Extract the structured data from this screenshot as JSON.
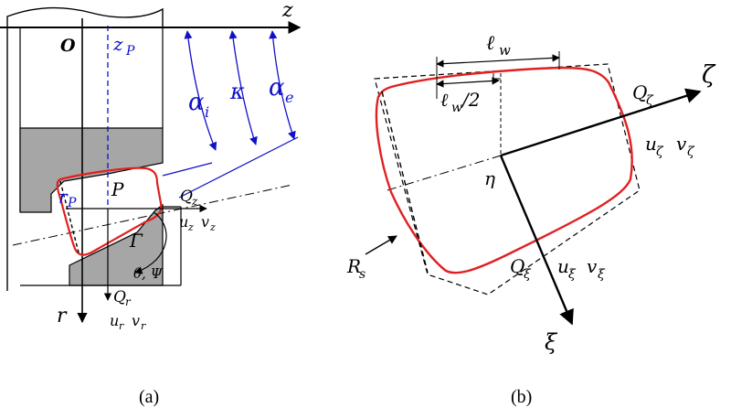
{
  "panel_a": {
    "caption": "(a)",
    "labels": {
      "z": "z",
      "origin": "O",
      "zp": "z",
      "zp_sub": "P",
      "alpha_i": "α",
      "alpha_i_sub": "i",
      "kappa": "κ",
      "alpha_e": "α",
      "alpha_e_sub": "e",
      "rp": "r",
      "rp_sub": "P",
      "p": "P",
      "qz": "Q",
      "qz_sub": "z",
      "uz_vz": "u",
      "uz_sub": "z",
      "vz": "v",
      "vz_sub": "z",
      "gamma": "Γ",
      "theta_psi": "θ, Ψ",
      "qr": "Q",
      "qr_sub": "r",
      "ur": "u",
      "ur_sub": "r",
      "vr": "v",
      "vr_sub": "r",
      "r": "r"
    }
  },
  "panel_b": {
    "caption": "(b)",
    "labels": {
      "lw": "ℓ",
      "lw_sub": "w",
      "lw2": "ℓ",
      "lw2_sub": "w",
      "lw2_tail": "/2",
      "zeta": "ζ",
      "qzeta": "Q",
      "qzeta_sub": "ζ",
      "uzeta": "u",
      "uzeta_sub": "ζ",
      "vzeta": "v",
      "vzeta_sub": "ζ",
      "eta": "η",
      "rs": "R",
      "rs_sub": "s",
      "qxi": "Q",
      "qxi_sub": "ξ",
      "uxi": "u",
      "uxi_sub": "ξ",
      "vxi": "v",
      "vxi_sub": "ξ",
      "xi": "ξ"
    }
  },
  "colors": {
    "seal_outline": "#e02020",
    "blue_construction": "#1010c8",
    "gland_fill": "#a6a6a6",
    "ink": "#000000"
  }
}
